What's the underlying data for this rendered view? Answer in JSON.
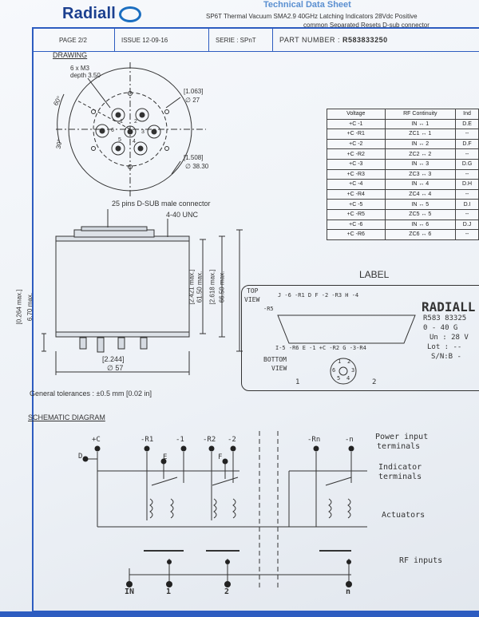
{
  "header": {
    "brand": "Radiall",
    "doc_title": "Technical Data Sheet",
    "subtitle_line1": "SP6T Thermal Vacuum SMA2.9 40GHz Latching Indicators 28Vdc Positive",
    "subtitle_line2": "common Separated Resets D-sub connector"
  },
  "info_bar": {
    "page": "PAGE 2/2",
    "issue": "ISSUE  12-09-16",
    "serie": "SERIE : SPnT",
    "part_number_label": "PART NUMBER :",
    "part_number": "R583833250"
  },
  "drawing": {
    "section_title": "DRAWING",
    "screw_note_1": "6 x M3",
    "screw_note_2": "depth 3.50",
    "angle_60": "60°",
    "angle_30": "30°",
    "dim_bolt_in": "[1.063]",
    "dim_bolt_mm": "∅ 27",
    "dim_outer_in": "[1.508]",
    "dim_outer_mm": "∅ 38.30",
    "port_labels": [
      "1",
      "2",
      "3",
      "4",
      "5",
      "6"
    ],
    "connector_note": "25 pins D-SUB male connector",
    "unc_note": "4-40 UNC",
    "dim_h1": "[0.264 max.]",
    "dim_h1_mm": "6.70 max.",
    "dim_h2": "[2.421 max.]",
    "dim_h2_mm": "61.50 max.",
    "dim_h3": "[2.618 max.]",
    "dim_h3_mm": "66.50 max.",
    "dim_w": "[2.244]",
    "dim_w_mm": "∅ 57",
    "tolerances": "General tolerances : ±0.5 mm [0.02 in]"
  },
  "rf_table": {
    "headers": [
      "Voltage",
      "RF Continuity",
      "Ind"
    ],
    "rows": [
      [
        "+C  -1",
        "IN ↔ 1",
        "D.E"
      ],
      [
        "+C  -R1",
        "ZC1 ↔ 1",
        "--"
      ],
      [
        "+C  -2",
        "IN ↔ 2",
        "D.F"
      ],
      [
        "+C  -R2",
        "ZC2 ↔ 2",
        "--"
      ],
      [
        "+C  -3",
        "IN ↔ 3",
        "D.G"
      ],
      [
        "+C  -R3",
        "ZC3 ↔ 3",
        "--"
      ],
      [
        "+C  -4",
        "IN ↔ 4",
        "D.H"
      ],
      [
        "+C  -R4",
        "ZC4 ↔ 4",
        "--"
      ],
      [
        "+C  -5",
        "IN ↔ 5",
        "D.I"
      ],
      [
        "+C  -R5",
        "ZC5 ↔ 5",
        "--"
      ],
      [
        "+C  -6",
        "IN ↔ 6",
        "D.J"
      ],
      [
        "+C  -R6",
        "ZC6 ↔ 6",
        "--"
      ]
    ]
  },
  "label_section": {
    "title": "LABEL",
    "top_view_1": "TOP",
    "top_view_2": "VIEW",
    "pins_top": "J   -6   -R1  D  F -2 -R3 H  -4",
    "pin_r5": "-R5",
    "pins_bottom": "I-5 -R6  E -1 +C  -R2  G -3-R4",
    "bottom_view_1": "BOTTOM",
    "bottom_view_2": "VIEW",
    "conn_pins": [
      "1",
      "2",
      "6",
      "3",
      "5",
      "4"
    ],
    "conn_num_1": "1",
    "conn_num_2": "2",
    "brand": "RADIALL",
    "pn": "R583 83325",
    "freq": "0 - 40 G",
    "un": "Un : 28 V",
    "lot": "Lot : --",
    "sn": "S/N:B -"
  },
  "schematic": {
    "section_title": "SCHEMATIC DIAGRAM",
    "term_labels": [
      "+C",
      "-R1",
      "-1",
      "-R2",
      "-2",
      "-Rn",
      "-n"
    ],
    "ind_labels": [
      "D",
      "E",
      "F"
    ],
    "rf_labels": [
      "IN",
      "1",
      "2",
      "n"
    ],
    "legend_power": "Power input terminals",
    "legend_power_1": "Power input",
    "legend_power_2": "terminals",
    "legend_ind_1": "Indicator",
    "legend_ind_2": "terminals",
    "legend_act": "Actuators",
    "legend_rf": "RF inputs"
  }
}
